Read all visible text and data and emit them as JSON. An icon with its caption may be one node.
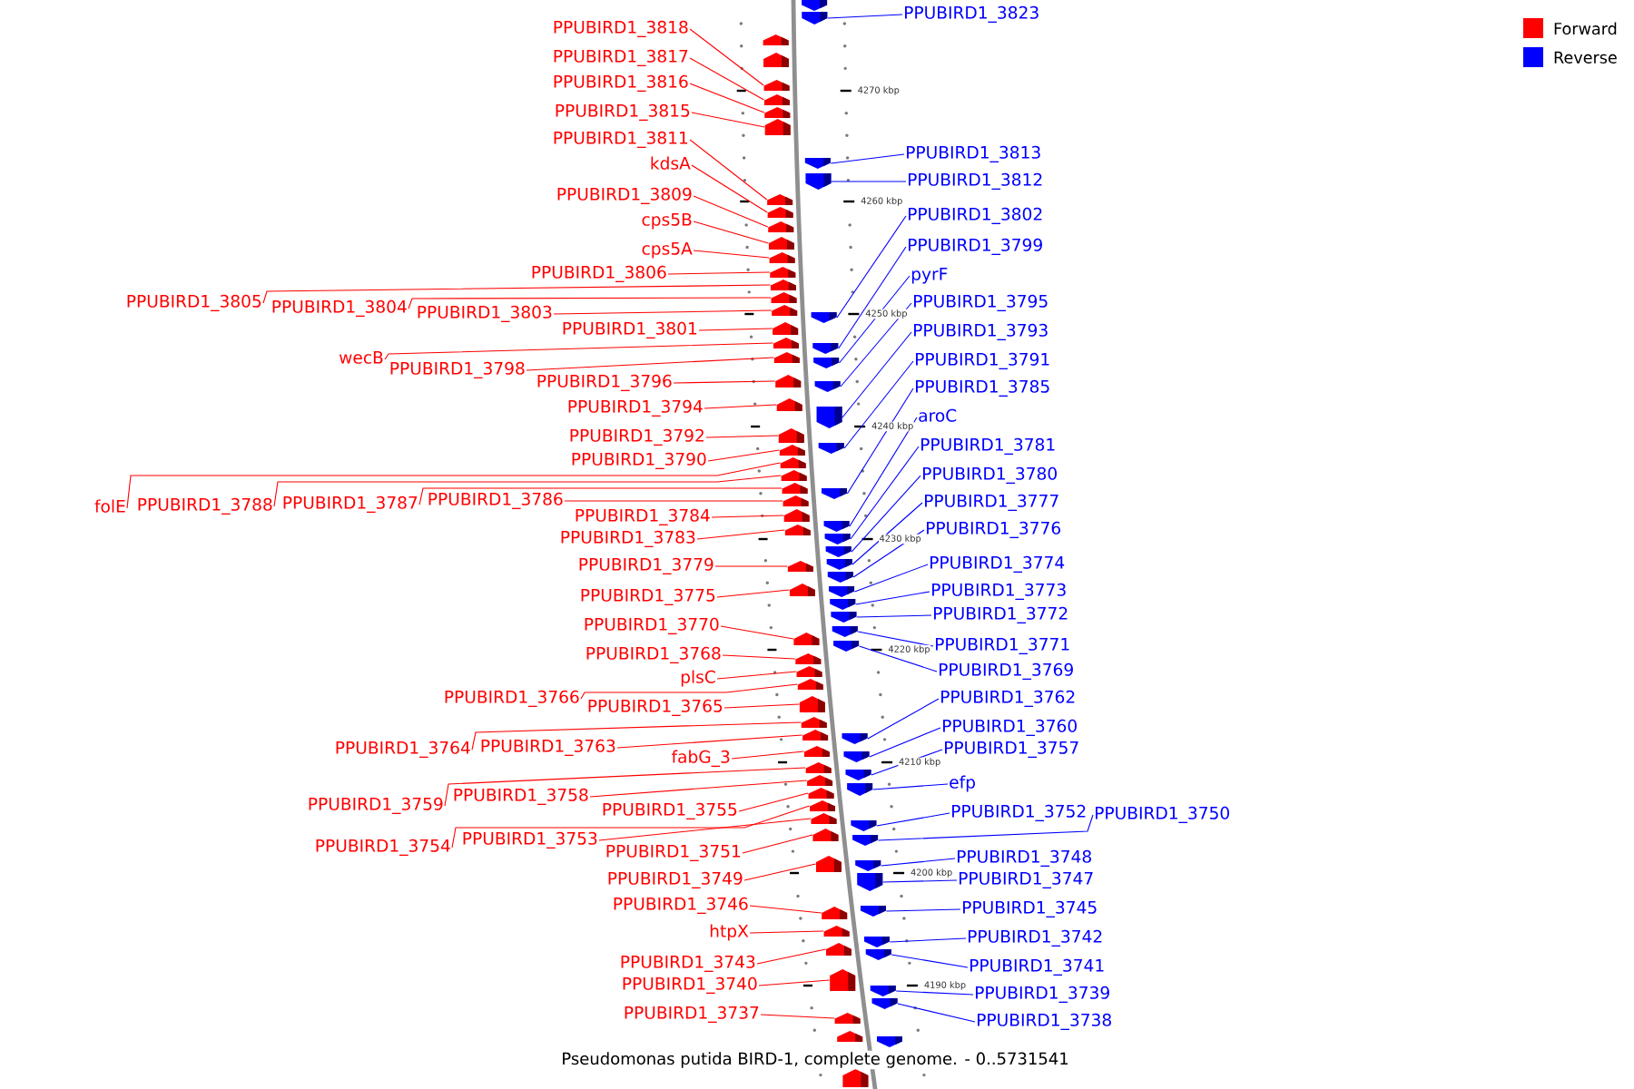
{
  "diagram": {
    "caption": "Pseudomonas putida BIRD-1, complete genome. - 0..5731541",
    "nodes": [
      {
        "text": [
          "PPUBIRD1_3818"
        ]
      },
      {
        "text": [
          "PPUBIRD1_3817"
        ]
      },
      {
        "text": [
          "PPUBIRD1_3816"
        ]
      },
      {
        "text": [
          "PPUBIRD1_3815"
        ]
      },
      {
        "text": [
          "PPUBIRD1_3811"
        ]
      },
      {
        "text": [
          "kdsA"
        ]
      },
      {
        "text": [
          "PPUBIRD1_3809"
        ]
      },
      {
        "text": [
          "cps5B"
        ]
      },
      {
        "text": [
          "cps5A"
        ]
      },
      {
        "text": [
          "PPUBIRD1_3806"
        ]
      },
      {
        "text": [
          "PPUBIRD1_3805"
        ]
      },
      {
        "text": [
          "PPUBIRD1_3804"
        ]
      },
      {
        "text": [
          "PPUBIRD1_3803"
        ]
      },
      {
        "text": [
          "PPUBIRD1_3801"
        ]
      },
      {
        "text": [
          "wecB"
        ]
      },
      {
        "text": [
          "PPUBIRD1_3798"
        ]
      },
      {
        "text": [
          "PPUBIRD1_3796"
        ]
      },
      {
        "text": [
          "PPUBIRD1_3794"
        ]
      },
      {
        "text": [
          "PPUBIRD1_3792"
        ]
      },
      {
        "text": [
          "PPUBIRD1_3790"
        ]
      },
      {
        "text": [
          "folE"
        ]
      },
      {
        "text": [
          "PPUBIRD1_3788"
        ]
      },
      {
        "text": [
          "PPUBIRD1_3787"
        ]
      },
      {
        "text": [
          "PPUBIRD1_3786"
        ]
      },
      {
        "text": [
          "PPUBIRD1_3784"
        ]
      },
      {
        "text": [
          "PPUBIRD1_3783"
        ]
      },
      {
        "text": [
          "PPUBIRD1_3779"
        ]
      },
      {
        "text": [
          "PPUBIRD1_3775"
        ]
      },
      {
        "text": [
          "PPUBIRD1_3770"
        ]
      },
      {
        "text": [
          "PPUBIRD1_3768"
        ]
      },
      {
        "text": [
          "plsC"
        ]
      },
      {
        "text": [
          "PPUBIRD1_3766"
        ]
      },
      {
        "text": [
          "PPUBIRD1_3765"
        ]
      },
      {
        "text": [
          "PPUBIRD1_3764"
        ]
      },
      {
        "text": [
          "PPUBIRD1_3763"
        ]
      },
      {
        "text": [
          "fabG_3"
        ]
      },
      {
        "text": [
          "PPUBIRD1_3759"
        ]
      },
      {
        "text": [
          "PPUBIRD1_3758"
        ]
      },
      {
        "text": [
          "PPUBIRD1_3755"
        ]
      },
      {
        "text": [
          "PPUBIRD1_3754"
        ]
      },
      {
        "text": [
          "PPUBIRD1_3753"
        ]
      },
      {
        "text": [
          "PPUBIRD1_3751"
        ]
      },
      {
        "text": [
          "PPUBIRD1_3749"
        ]
      },
      {
        "text": [
          "PPUBIRD1_3746"
        ]
      },
      {
        "text": [
          "htpX"
        ]
      },
      {
        "text": [
          "PPUBIRD1_3743"
        ]
      },
      {
        "text": [
          "PPUBIRD1_3740"
        ]
      },
      {
        "text": [
          "PPUBIRD1_3737"
        ]
      },
      {
        "text": [],
        "shape": "pentagon"
      },
      {
        "text": [],
        "shape": "pentagon"
      },
      {
        "text": [],
        "shape": "pentagon"
      },
      {
        "text": [],
        "shape": "pentagon"
      },
      {
        "text": [],
        "shape": "pentagon"
      },
      {
        "text": [],
        "shape": "pentagon"
      },
      {
        "text": [],
        "shape": "pentagon"
      },
      {
        "text": [],
        "shape": "pentagon"
      },
      {
        "text": [],
        "shape": "pentagon"
      },
      {
        "text": [],
        "shape": "pentagon"
      },
      {
        "text": [],
        "shape": "pentagon"
      },
      {
        "text": [],
        "shape": "pentagon"
      },
      {
        "text": [],
        "shape": "pentagon"
      },
      {
        "text": [],
        "shape": "pentagon"
      },
      {
        "text": [],
        "shape": "pentagon"
      },
      {
        "text": [],
        "shape": "pentagon"
      },
      {
        "text": [],
        "shape": "pentagon"
      },
      {
        "text": [],
        "shape": "pentagon"
      },
      {
        "text": [],
        "shape": "pentagon"
      },
      {
        "text": [],
        "shape": "pentagon"
      },
      {
        "text": [],
        "shape": "pentagon"
      },
      {
        "text": [],
        "shape": "pentagon"
      },
      {
        "text": [],
        "shape": "pentagon"
      },
      {
        "text": [],
        "shape": "pentagon"
      },
      {
        "text": [],
        "shape": "pentagon"
      },
      {
        "text": [],
        "shape": "pentagon"
      },
      {
        "text": [],
        "shape": "pentagon"
      },
      {
        "text": [],
        "shape": "pentagon"
      },
      {
        "text": [],
        "shape": "pentagon"
      },
      {
        "text": [],
        "shape": "pentagon"
      },
      {
        "text": [],
        "shape": "pentagon"
      },
      {
        "text": [],
        "shape": "pentagon"
      },
      {
        "text": [],
        "shape": "pentagon"
      },
      {
        "text": [],
        "shape": "pentagon"
      },
      {
        "text": [],
        "shape": "pentagon"
      },
      {
        "text": [],
        "shape": "pentagon"
      },
      {
        "text": [],
        "shape": "pentagon"
      },
      {
        "text": [],
        "shape": "pentagon"
      },
      {
        "text": [],
        "shape": "pentagon"
      },
      {
        "text": [],
        "shape": "pentagon"
      },
      {
        "text": [],
        "shape": "pentagon"
      },
      {
        "text": [],
        "shape": "pentagon"
      },
      {
        "text": [],
        "shape": "pentagon"
      },
      {
        "text": [],
        "shape": "pentagon"
      },
      {
        "text": [],
        "shape": "pentagon"
      },
      {
        "text": [],
        "shape": "pentagon"
      },
      {
        "text": [],
        "shape": "pentagon"
      },
      {
        "text": [],
        "shape": "pentagon"
      },
      {
        "text": [],
        "shape": "pentagon"
      },
      {
        "text": [],
        "shape": "pentagon"
      },
      {
        "text": [],
        "shape": "pentagon"
      },
      {
        "text": [],
        "shape": "pentagon"
      },
      {
        "text": [],
        "shape": "pentagon"
      },
      {
        "text": [],
        "shape": "pentagon"
      },
      {
        "text": [],
        "shape": "pentagon"
      },
      {
        "text": [],
        "shape": "pentagon"
      },
      {
        "text": [],
        "shape": "pentagon"
      },
      {
        "text": [],
        "shape": "pentagon"
      },
      {
        "text": [],
        "shape": "pentagon"
      },
      {
        "text": [],
        "shape": "pentagon"
      },
      {
        "text": [],
        "shape": "pentagon"
      },
      {
        "text": [],
        "shape": "pentagon"
      },
      {
        "text": [],
        "shape": "pentagon"
      },
      {
        "text": [],
        "shape": "pentagon"
      },
      {
        "text": [],
        "shape": "pentagon"
      },
      {
        "text": [],
        "shape": "pentagon"
      },
      {
        "text": [],
        "shape": "pentagon"
      },
      {
        "text": [],
        "shape": "pentagon"
      },
      {
        "text": [],
        "shape": "pentagon"
      },
      {
        "text": [],
        "shape": "pentagon"
      },
      {
        "text": [],
        "shape": "pentagon"
      },
      {
        "text": [],
        "shape": "pentagon"
      },
      {
        "text": [],
        "shape": "pentagon"
      },
      {
        "text": [],
        "shape": "pentagon"
      },
      {
        "text": [],
        "shape": "pentagon"
      },
      {
        "text": [],
        "shape": "pentagon"
      },
      {
        "text": [],
        "shape": "pentagon"
      },
      {
        "text": [],
        "shape": "pentagon"
      },
      {
        "text": [],
        "shape": "pentagon"
      },
      {
        "text": [],
        "shape": "pentagon"
      },
      {
        "text": [],
        "shape": "pentagon"
      },
      {
        "text": [],
        "shape": "pentagon"
      },
      {
        "text": [],
        "shape": "pentagon"
      },
      {
        "text": [],
        "shape": "pentagon"
      },
      {
        "text": [],
        "shape": "pentagon"
      },
      {
        "text": [],
        "shape": "pentagon"
      },
      {
        "text": [],
        "shape": "pentagon"
      },
      {
        "text": [
          "PPUBIRD1_3823"
        ]
      },
      {
        "text": [
          "PPUBIRD1_3813"
        ]
      },
      {
        "text": [
          "PPUBIRD1_3812"
        ]
      },
      {
        "text": [
          "PPUBIRD1_3802"
        ]
      },
      {
        "text": [
          "PPUBIRD1_3799"
        ]
      },
      {
        "text": [
          "pyrF"
        ]
      },
      {
        "text": [
          "PPUBIRD1_3795"
        ]
      },
      {
        "text": [
          "PPUBIRD1_3793"
        ]
      },
      {
        "text": [
          "PPUBIRD1_3791"
        ]
      },
      {
        "text": [
          "PPUBIRD1_3785"
        ]
      },
      {
        "text": [
          "aroC"
        ]
      },
      {
        "text": [
          "PPUBIRD1_3781"
        ]
      },
      {
        "text": [
          "PPUBIRD1_3780"
        ]
      },
      {
        "text": [
          "PPUBIRD1_3777"
        ]
      },
      {
        "text": [
          "PPUBIRD1_3776"
        ]
      },
      {
        "text": [
          "PPUBIRD1_3774"
        ]
      },
      {
        "text": [
          "PPUBIRD1_3773"
        ]
      },
      {
        "text": [
          "PPUBIRD1_3772"
        ]
      },
      {
        "text": [
          "PPUBIRD1_3771"
        ]
      },
      {
        "text": [
          "PPUBIRD1_3769"
        ]
      },
      {
        "text": [
          "PPUBIRD1_3762"
        ]
      },
      {
        "text": [
          "PPUBIRD1_3760"
        ]
      },
      {
        "text": [
          "PPUBIRD1_3757"
        ]
      },
      {
        "text": [
          "efp"
        ]
      },
      {
        "text": [
          "PPUBIRD1_3752"
        ]
      },
      {
        "text": [
          "PPUBIRD1_3750"
        ]
      },
      {
        "text": [
          "PPUBIRD1_3748"
        ]
      },
      {
        "text": [
          "PPUBIRD1_3747"
        ]
      },
      {
        "text": [
          "PPUBIRD1_3745"
        ]
      },
      {
        "text": [
          "PPUBIRD1_3742"
        ]
      },
      {
        "text": [
          "PPUBIRD1_3741"
        ]
      },
      {
        "text": [
          "PPUBIRD1_3739"
        ]
      },
      {
        "text": [
          "PPUBIRD1_3738"
        ]
      }
    ],
    "edges": [
      {
        "from": 0,
        "to": 50,
        "arrow": "none"
      },
      {
        "from": 1,
        "to": 51,
        "arrow": "none"
      },
      {
        "from": 2,
        "to": 52,
        "arrow": "none"
      },
      {
        "from": 3,
        "to": 53,
        "arrow": "none"
      },
      {
        "from": 4,
        "to": 54,
        "arrow": "none"
      },
      {
        "from": 5,
        "to": 55,
        "arrow": "none"
      },
      {
        "from": 6,
        "to": 56,
        "arrow": "none"
      },
      {
        "from": 7,
        "to": 57,
        "arrow": "none"
      },
      {
        "from": 8,
        "to": 58,
        "arrow": "none"
      },
      {
        "from": 9,
        "to": 59,
        "arrow": "none"
      },
      {
        "from": 10,
        "to": 60,
        "arrow": "none"
      },
      {
        "from": 11,
        "to": 61,
        "arrow": "none"
      },
      {
        "from": 12,
        "to": 62,
        "arrow": "none"
      },
      {
        "from": 13,
        "to": 63,
        "arrow": "none"
      },
      {
        "from": 14,
        "to": 64,
        "arrow": "none"
      },
      {
        "from": 15,
        "to": 65,
        "arrow": "none"
      },
      {
        "from": 16,
        "to": 66,
        "arrow": "none"
      },
      {
        "from": 17,
        "to": 67,
        "arrow": "none"
      },
      {
        "from": 18,
        "to": 68,
        "arrow": "none"
      },
      {
        "from": 19,
        "to": 69,
        "arrow": "none"
      },
      {
        "from": 20,
        "to": 70,
        "arrow": "none"
      },
      {
        "from": 21,
        "to": 71,
        "arrow": "none"
      },
      {
        "from": 22,
        "to": 72,
        "arrow": "none"
      },
      {
        "from": 23,
        "to": 73,
        "arrow": "none"
      },
      {
        "from": 24,
        "to": 74,
        "arrow": "none"
      },
      {
        "from": 25,
        "to": 75,
        "arrow": "none"
      },
      {
        "from": 26,
        "to": 76,
        "arrow": "none"
      },
      {
        "from": 27,
        "to": 77,
        "arrow": "none"
      },
      {
        "from": 28,
        "to": 78,
        "arrow": "none"
      },
      {
        "from": 29,
        "to": 79,
        "arrow": "none"
      },
      {
        "from": 30,
        "to": 80,
        "arrow": "none"
      },
      {
        "from": 31,
        "to": 81,
        "arrow": "none"
      },
      {
        "from": 32,
        "to": 82,
        "arrow": "none"
      },
      {
        "from": 33,
        "to": 83,
        "arrow": "none"
      },
      {
        "from": 34,
        "to": 84,
        "arrow": "none"
      },
      {
        "from": 35,
        "to": 85,
        "arrow": "none"
      },
      {
        "from": 36,
        "to": 86,
        "arrow": "none"
      },
      {
        "from": 37,
        "to": 87,
        "arrow": "none"
      },
      {
        "from": 38,
        "to": 88,
        "arrow": "none"
      },
      {
        "from": 39,
        "to": 89,
        "arrow": "none"
      },
      {
        "from": 40,
        "to": 90,
        "arrow": "none"
      },
      {
        "from": 41,
        "to": 91,
        "arrow": "none"
      },
      {
        "from": 42,
        "to": 92,
        "arrow": "none"
      },
      {
        "from": 43,
        "to": 93,
        "arrow": "none"
      },
      {
        "from": 44,
        "to": 94,
        "arrow": "none"
      },
      {
        "from": 45,
        "to": 95,
        "arrow": "none"
      },
      {
        "from": 46,
        "to": 96,
        "arrow": "none"
      },
      {
        "from": 47,
        "to": 97,
        "arrow": "none"
      },
      {
        "from": 135,
        "to": 101,
        "arrow": "none",
        "color": "#0000ff"
      },
      {
        "from": 136,
        "to": 102,
        "arrow": "none",
        "color": "#0000ff"
      },
      {
        "from": 137,
        "to": 103,
        "arrow": "none",
        "color": "#0000ff"
      },
      {
        "from": 138,
        "to": 104,
        "arrow": "none",
        "color": "#0000ff"
      },
      {
        "from": 139,
        "to": 105,
        "arrow": "none",
        "color": "#0000ff"
      },
      {
        "from": 140,
        "to": 106,
        "arrow": "none",
        "color": "#0000ff"
      },
      {
        "from": 141,
        "to": 107,
        "arrow": "none",
        "color": "#0000ff"
      },
      {
        "from": 142,
        "to": 108,
        "arrow": "none",
        "color": "#0000ff"
      },
      {
        "from": 143,
        "to": 109,
        "arrow": "none",
        "color": "#0000ff"
      },
      {
        "from": 144,
        "to": 110,
        "arrow": "none",
        "color": "#0000ff"
      },
      {
        "from": 145,
        "to": 111,
        "arrow": "none",
        "color": "#0000ff"
      },
      {
        "from": 146,
        "to": 112,
        "arrow": "none",
        "color": "#0000ff"
      },
      {
        "from": 147,
        "to": 113,
        "arrow": "none",
        "color": "#0000ff"
      },
      {
        "from": 148,
        "to": 114,
        "arrow": "none",
        "color": "#0000ff"
      },
      {
        "from": 149,
        "to": 115,
        "arrow": "none",
        "color": "#0000ff"
      },
      {
        "from": 150,
        "to": 116,
        "arrow": "none",
        "color": "#0000ff"
      },
      {
        "from": 151,
        "to": 117,
        "arrow": "none",
        "color": "#0000ff"
      },
      {
        "from": 152,
        "to": 118,
        "arrow": "none",
        "color": "#0000ff"
      },
      {
        "from": 153,
        "to": 119,
        "arrow": "none",
        "color": "#0000ff"
      },
      {
        "from": 154,
        "to": 120,
        "arrow": "none",
        "color": "#0000ff"
      },
      {
        "from": 155,
        "to": 121,
        "arrow": "none",
        "color": "#0000ff"
      },
      {
        "from": 156,
        "to": 122,
        "arrow": "none",
        "color": "#0000ff"
      },
      {
        "from": 157,
        "to": 123,
        "arrow": "none",
        "color": "#0000ff"
      },
      {
        "from": 158,
        "to": 124,
        "arrow": "none",
        "color": "#0000ff"
      },
      {
        "from": 159,
        "to": 125,
        "arrow": "none",
        "color": "#0000ff"
      },
      {
        "from": 160,
        "to": 126,
        "arrow": "none",
        "color": "#0000ff"
      },
      {
        "from": 161,
        "to": 127,
        "arrow": "none",
        "color": "#0000ff"
      },
      {
        "from": 162,
        "to": 128,
        "arrow": "none",
        "color": "#0000ff"
      },
      {
        "from": 163,
        "to": 129,
        "arrow": "none",
        "color": "#0000ff"
      },
      {
        "from": 164,
        "to": 130,
        "arrow": "none",
        "color": "#0000ff"
      },
      {
        "from": 165,
        "to": 131,
        "arrow": "none",
        "color": "#0000ff"
      },
      {
        "from": 166,
        "to": 132,
        "arrow": "none",
        "color": "#0000ff"
      },
      {
        "from": 167,
        "to": 133,
        "arrow": "none",
        "color": "#0000ff"
      }
    ],
    "labels": [
      "4270 kbp",
      "4260 kbp",
      "4250 kbp",
      "4240 kbp",
      "4230 kbp",
      "4220 kbp",
      "4210 kbp",
      "4200 kbp",
      "4190 kbp"
    ],
    "legend": [
      {
        "text": "Forward",
        "color": "#ff0000"
      },
      {
        "text": "Reverse",
        "color": "#0000ff"
      }
    ]
  }
}
